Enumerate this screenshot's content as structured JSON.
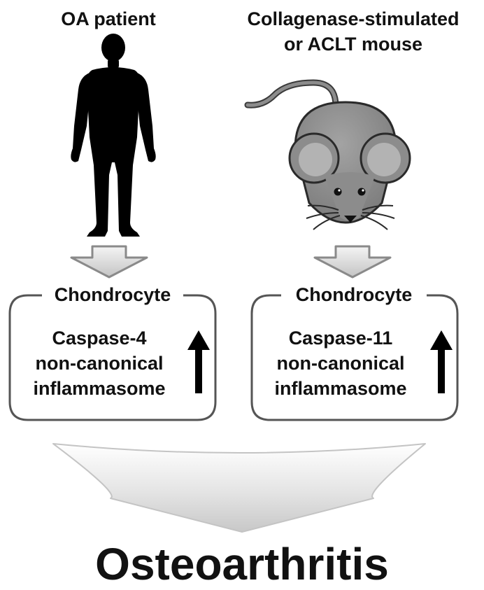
{
  "left_panel": {
    "subject_label": "OA patient",
    "box_title": "Chondrocyte",
    "box_line1": "Caspase-4",
    "box_line2": "non-canonical",
    "box_line3": "inflammasome",
    "subject_icon": "human-silhouette-icon"
  },
  "right_panel": {
    "subject_label_line1": "Collagenase-stimulated",
    "subject_label_line2": "or ACLT mouse",
    "box_title": "Chondrocyte",
    "box_line1": "Caspase-11",
    "box_line2": "non-canonical",
    "box_line3": "inflammasome",
    "subject_icon": "mouse-icon"
  },
  "result_label": "Osteoarthritis",
  "colors": {
    "text": "#111111",
    "arrow_fill": "#d9d9d9",
    "arrow_stroke": "#8a8a8a",
    "box_stroke": "#555555",
    "mouse_body": "#8c8c8c",
    "mouse_ear_inner": "#b3b3b3"
  }
}
